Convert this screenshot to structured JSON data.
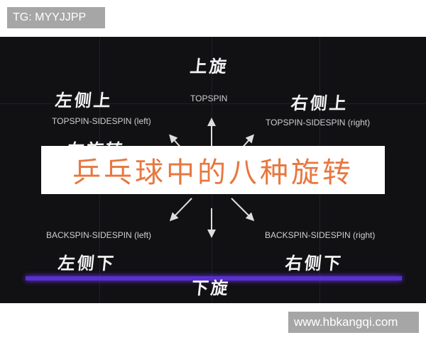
{
  "top_tag": "TG: MYYJJPP",
  "watermark": "www.hbkangqi.com",
  "banner_title": "乒乓球中的八种旋转",
  "banner_color": "#e8773f",
  "spins": {
    "top": {
      "cn": "上旋",
      "en": "TOPSPIN"
    },
    "top_left": {
      "cn": "左侧上",
      "en": "TOPSPIN-SIDESPIN (left)"
    },
    "top_right": {
      "cn": "右侧上",
      "en": "TOPSPIN-SIDESPIN (right)"
    },
    "left": {
      "cn": "左旋转"
    },
    "bottom_left": {
      "cn": "左侧下",
      "en": "BACKSPIN-SIDESPIN (left)"
    },
    "bottom_right": {
      "cn": "右侧下",
      "en": "BACKSPIN-SIDESPIN (right)"
    },
    "bottom": {
      "cn": "下旋"
    }
  }
}
